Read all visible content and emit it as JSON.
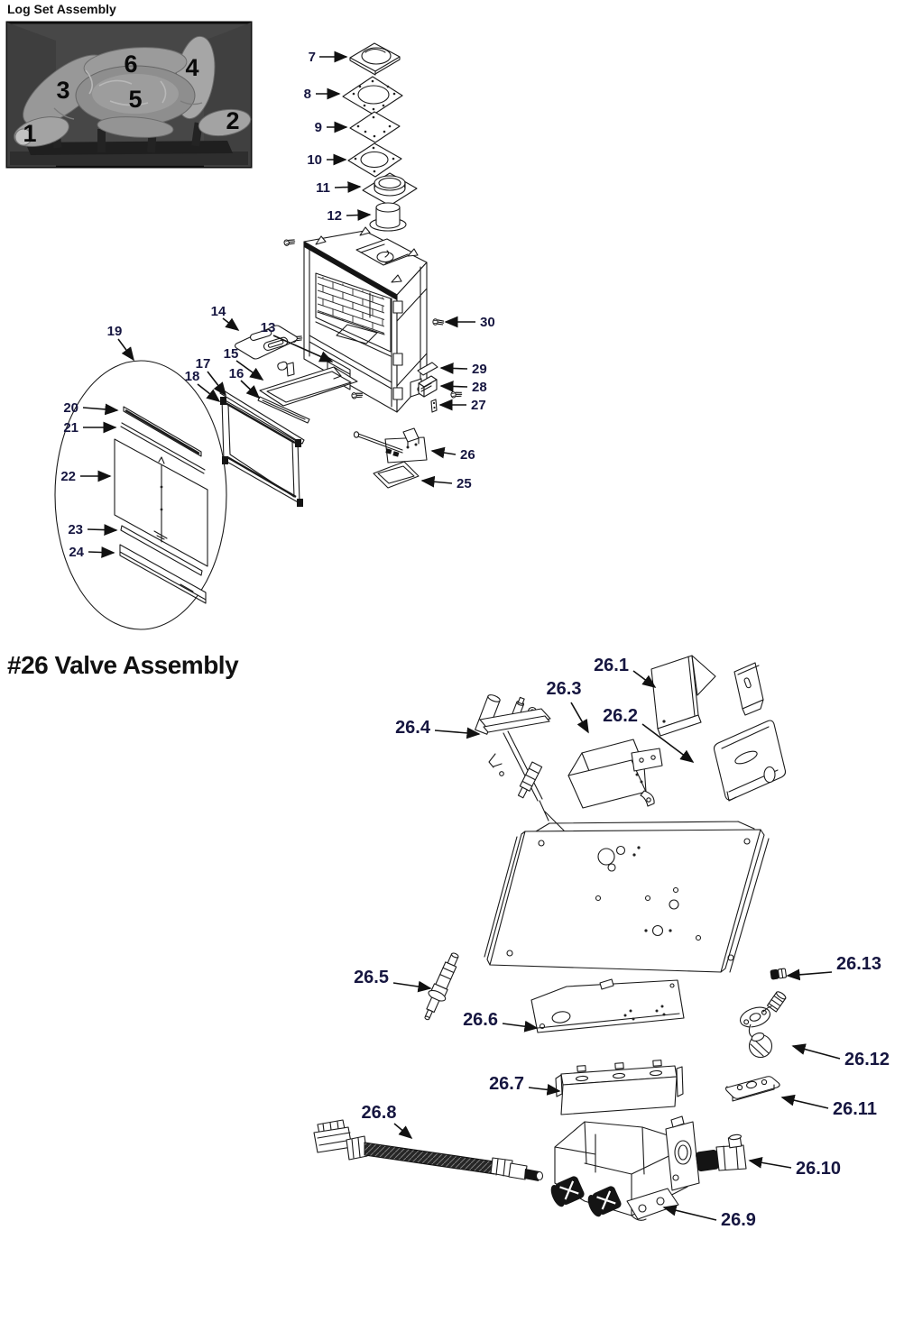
{
  "titles": {
    "log_set": "Log Set Assembly",
    "valve": "#26 Valve Assembly"
  },
  "log_labels": {
    "n1": "1",
    "n2": "2",
    "n3": "3",
    "n4": "4",
    "n5": "5",
    "n6": "6"
  },
  "part_labels": {
    "p7": "7",
    "p8": "8",
    "p9": "9",
    "p10": "10",
    "p11": "11",
    "p12": "12",
    "p13": "13",
    "p14": "14",
    "p15": "15",
    "p16": "16",
    "p17": "17",
    "p18": "18",
    "p19": "19",
    "p20": "20",
    "p21": "21",
    "p22": "22",
    "p23": "23",
    "p24": "24",
    "p25": "25",
    "p26": "26",
    "p27": "27",
    "p28": "28",
    "p29": "29",
    "p30": "30"
  },
  "valve_labels": {
    "v1": "26.1",
    "v2": "26.2",
    "v3": "26.3",
    "v4": "26.4",
    "v5": "26.5",
    "v6": "26.6",
    "v7": "26.7",
    "v8": "26.8",
    "v9": "26.9",
    "v10": "26.10",
    "v11": "26.11",
    "v12": "26.12",
    "v13": "26.13"
  }
}
